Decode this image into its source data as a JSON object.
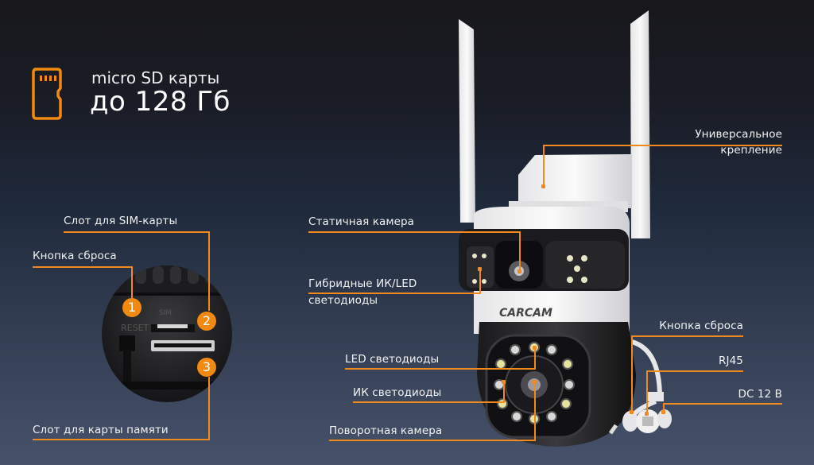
{
  "sd_card": {
    "icon": "micro-sd-card-icon",
    "title": "micro SD карты",
    "capacity": "до 128 Гб"
  },
  "closeup": {
    "labels": {
      "sim_slot": "Слот для SIM-карты",
      "reset_button": "Кнопка сброса",
      "memory_slot": "Слот для карты памяти"
    },
    "badges": [
      "1",
      "2",
      "3"
    ],
    "device_text": {
      "sim": "SIM",
      "reset": "RESET"
    }
  },
  "camera": {
    "brand": "CARCAM",
    "labels": {
      "mount": [
        "Универсальное",
        "крепление"
      ],
      "static_camera": "Статичная камера",
      "hybrid_leds": [
        "Гибридные ИК/LED",
        "светодиоды"
      ],
      "led_leds": "LED светодиоды",
      "ir_leds": "ИК светодиоды",
      "ptz_camera": "Поворотная камера",
      "reset_button": "Кнопка сброса",
      "rj45": "RJ45",
      "dc": "DC 12 В"
    }
  },
  "colors": {
    "accent": "#f08a1e",
    "text": "#f2f2f2"
  }
}
